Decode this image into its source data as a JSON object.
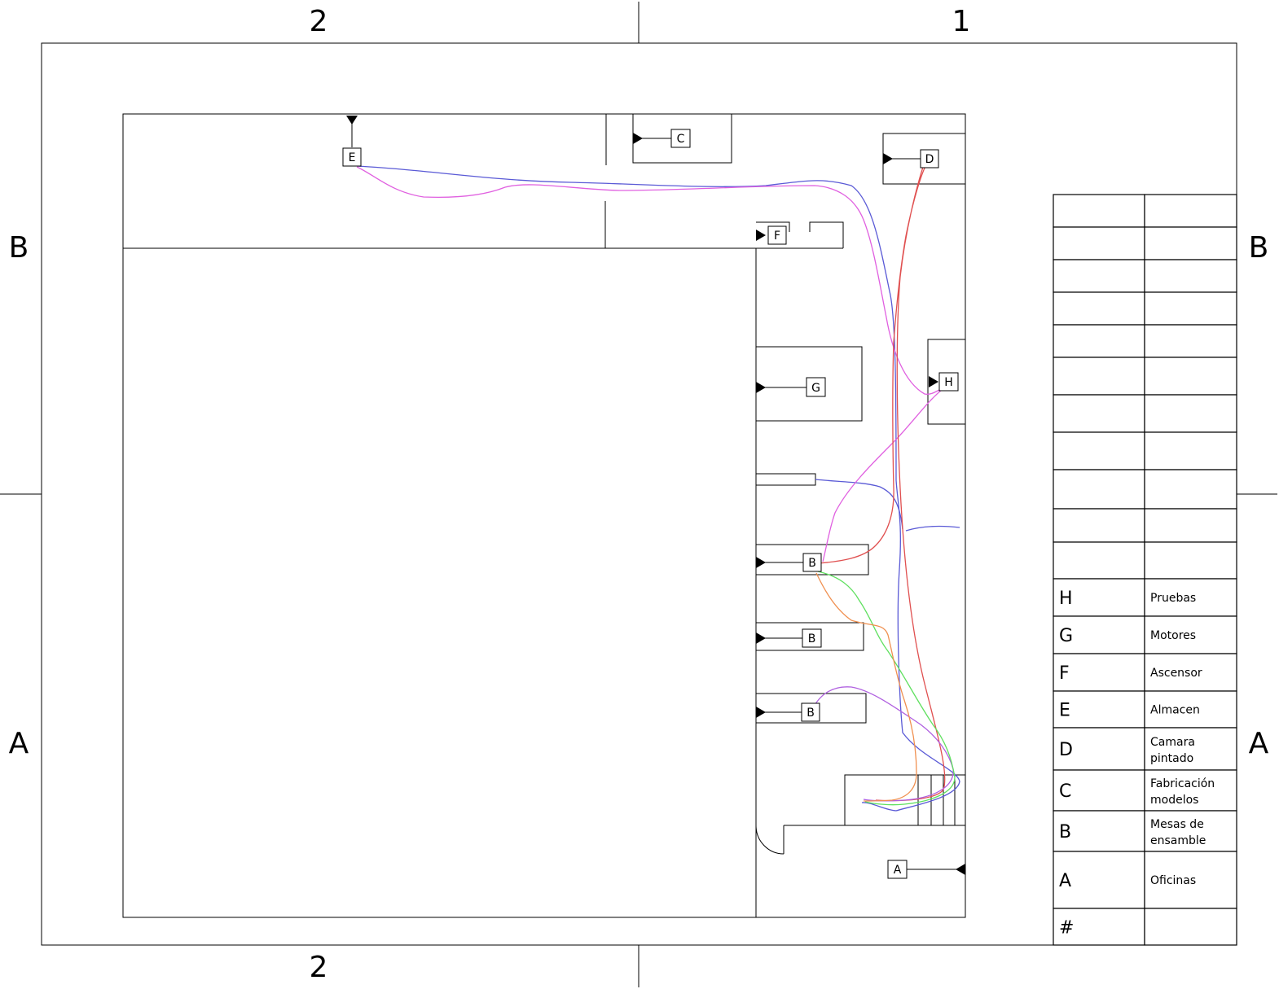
{
  "frame": {
    "columns": [
      "2",
      "1"
    ],
    "rows": [
      "B",
      "A"
    ]
  },
  "stations": [
    {
      "id": "E"
    },
    {
      "id": "C"
    },
    {
      "id": "D"
    },
    {
      "id": "F"
    },
    {
      "id": "G"
    },
    {
      "id": "H"
    },
    {
      "id": "B"
    },
    {
      "id": "B"
    },
    {
      "id": "B"
    },
    {
      "id": "A"
    }
  ],
  "legend": {
    "rows": [
      {
        "key": "",
        "label": ""
      },
      {
        "key": "",
        "label": ""
      },
      {
        "key": "",
        "label": ""
      },
      {
        "key": "",
        "label": ""
      },
      {
        "key": "",
        "label": ""
      },
      {
        "key": "",
        "label": ""
      },
      {
        "key": "",
        "label": ""
      },
      {
        "key": "",
        "label": ""
      },
      {
        "key": "",
        "label": ""
      },
      {
        "key": "",
        "label": ""
      },
      {
        "key": "",
        "label": ""
      },
      {
        "key": "H",
        "label": "Pruebas"
      },
      {
        "key": "G",
        "label": "Motores"
      },
      {
        "key": "F",
        "label": "Ascensor"
      },
      {
        "key": "E",
        "label": "Almacen"
      },
      {
        "key": "D",
        "label": [
          "Camara",
          "pintado"
        ]
      },
      {
        "key": "C",
        "label": [
          "Fabricación",
          "modelos"
        ]
      },
      {
        "key": "B",
        "label": [
          "Mesas de",
          "ensamble"
        ]
      },
      {
        "key": "A",
        "label": "Oficinas"
      },
      {
        "key": "#",
        "label": ""
      }
    ]
  },
  "colors": {
    "route_blue": "#5a5ad6",
    "route_magenta": "#e060e0",
    "route_red": "#e05050",
    "route_violet": "#b060e0",
    "route_green": "#60e060",
    "route_orange": "#f09050"
  }
}
